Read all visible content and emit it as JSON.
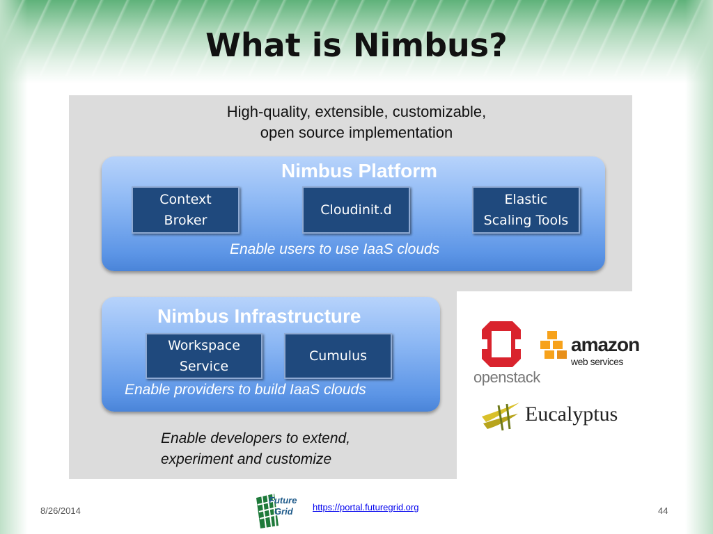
{
  "slide": {
    "title": "What is Nimbus?",
    "intro_line1": "High-quality, extensible, customizable,",
    "intro_line2": "open source implementation",
    "outro_line1": "Enable developers to extend,",
    "outro_line2": "experiment and customize"
  },
  "platform": {
    "heading": "Nimbus Platform",
    "caption": "Enable users to use IaaS clouds",
    "components": [
      {
        "line1": "Context",
        "line2": "Broker"
      },
      {
        "line1": "Cloudinit.d"
      },
      {
        "line1": "Elastic",
        "line2": "Scaling Tools"
      }
    ]
  },
  "infrastructure": {
    "heading": "Nimbus Infrastructure",
    "caption": "Enable providers to build IaaS clouds",
    "components": [
      {
        "line1": "Workspace",
        "line2": "Service"
      },
      {
        "line1": "Cumulus"
      }
    ]
  },
  "logos": {
    "openstack": "openstack",
    "amazon_main": "amazon",
    "amazon_sub": "web services",
    "eucalyptus": "Eucalyptus",
    "futuregrid_line1": "Future",
    "futuregrid_line2": "Grid"
  },
  "footer": {
    "date": "8/26/2014",
    "link": "https://portal.futuregrid.org",
    "page": "44"
  },
  "colors": {
    "component_fill": "#1f497d",
    "openstack_red": "#d9232d",
    "amazon_orange": "#f7a21b"
  }
}
